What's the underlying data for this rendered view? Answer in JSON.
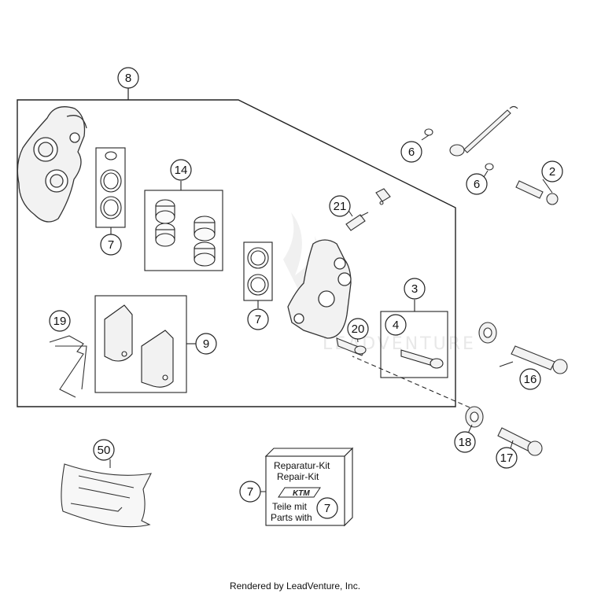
{
  "diagram": {
    "watermark": "LEADVENTURE",
    "callouts": {
      "c8": "8",
      "c2": "2",
      "c6a": "6",
      "c6b": "6",
      "c14": "14",
      "c7a": "7",
      "c21": "21",
      "c7b": "7",
      "c3": "3",
      "c4": "4",
      "c19": "19",
      "c9": "9",
      "c20": "20",
      "c16": "16",
      "c18": "18",
      "c17": "17",
      "c50": "50",
      "c7c": "7",
      "c7d": "7"
    },
    "kit_label": {
      "line1": "Reparatur-Kit",
      "line2": "Repair-Kit",
      "line3": "Teile mit",
      "line4": "Parts with",
      "brand": "KTM"
    }
  },
  "footer": {
    "text": "Rendered by LeadVenture, Inc."
  }
}
